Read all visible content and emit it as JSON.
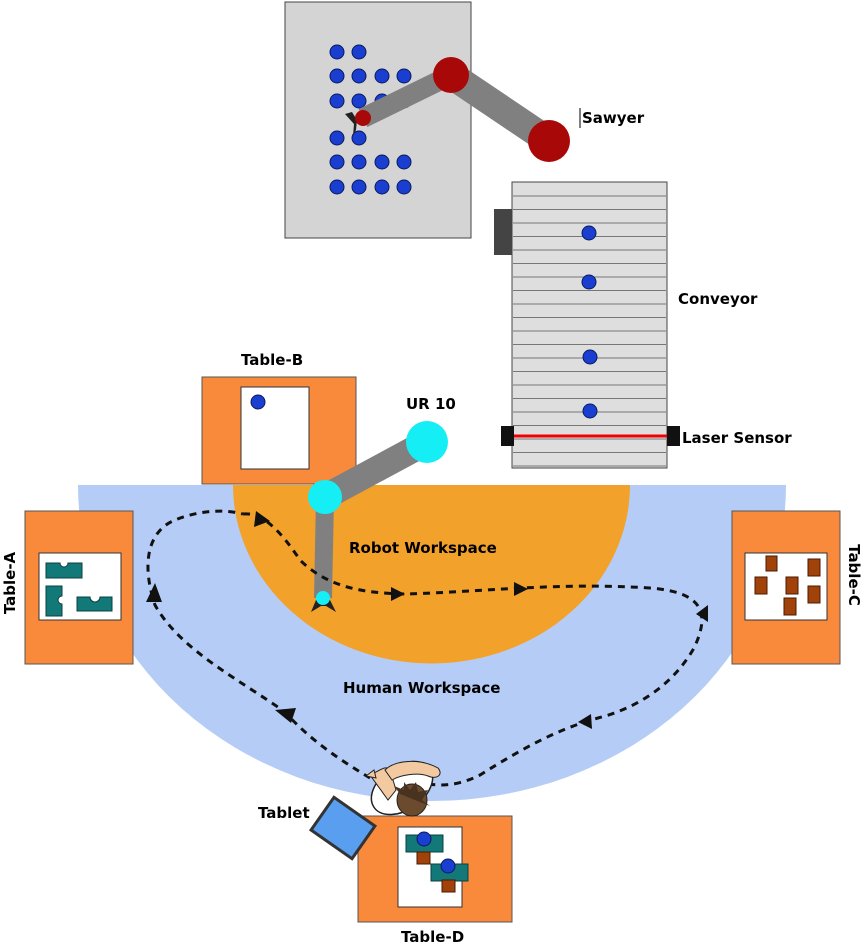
{
  "labels": {
    "sawyer": "Sawyer",
    "conveyor": "Conveyor",
    "laser_sensor": "Laser Sensor",
    "ur10": "UR 10",
    "table_a": "Table-A",
    "table_b": "Table-B",
    "table_c": "Table-C",
    "table_d": "Table-D",
    "robot_workspace": "Robot Workspace",
    "human_workspace": "Human Workspace",
    "tablet": "Tablet"
  },
  "colors": {
    "table_orange": "#f98a3c",
    "robot_workspace": "#f2a12b",
    "human_workspace": "#b5cdf6",
    "robot_joint_red": "#a90808",
    "ur10_joint_cyan": "#16eef6",
    "part_blue": "#1a3fd0",
    "part_teal": "#127878",
    "part_brown": "#a0420a",
    "laser_red": "#f00000",
    "tablet_blue": "#5a9ef0"
  },
  "icons": {
    "sawyer_arm": "robot-arm-icon",
    "ur10_arm": "robot-arm-icon",
    "human": "person-topview-icon",
    "tablet": "tablet-icon",
    "laser_sensor": "sensor-block-icon"
  }
}
